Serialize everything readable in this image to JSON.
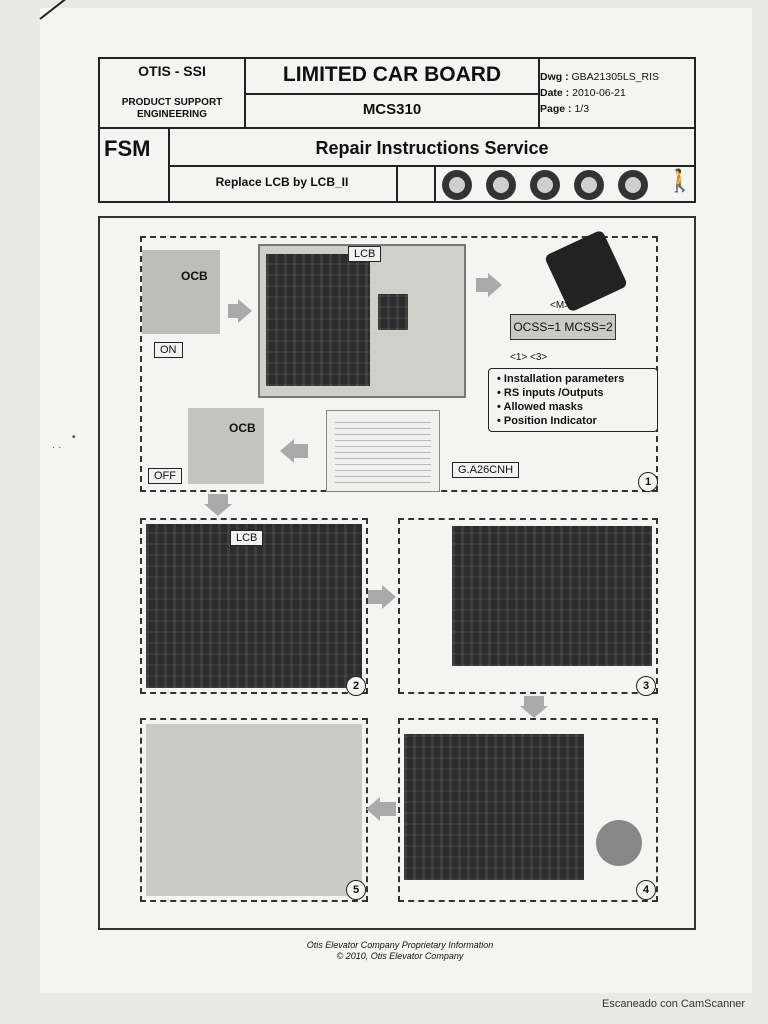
{
  "header": {
    "company": "OTIS - SSI",
    "department": "PRODUCT SUPPORT ENGINEERING",
    "title": "LIMITED CAR BOARD",
    "model": "MCS310",
    "dwg_label": "Dwg :",
    "dwg_value": "GBA21305LS_RIS",
    "date_label": "Date :",
    "date_value": "2010-06-21",
    "page_label": "Page :",
    "page_value": "1/3",
    "fsm": "FSM",
    "doc_type": "Repair Instructions Service",
    "procedure": "Replace LCB by LCB_II",
    "ppe_icons": [
      "hearing-protection-icon",
      "hard-hat-icon",
      "safety-boots-icon",
      "gloves-icon",
      "harness-icon",
      "person-icon"
    ]
  },
  "step1": {
    "ocb_label": "OCB",
    "on_label": "ON",
    "lcb_label": "LCB",
    "m_label": "<M>",
    "ocss_text": "OCSS=1  MCSS=2",
    "code_label": "<1>  <3>",
    "params": [
      "Installation  parameters",
      "RS inputs /Outputs",
      "Allowed masks",
      "Position Indicator"
    ],
    "diagram_label": "G.A26CNH",
    "ocb_label_2": "OCB",
    "off_label": "OFF",
    "number": "1"
  },
  "step2": {
    "lcb_label": "LCB",
    "number": "2"
  },
  "step3": {
    "number": "3"
  },
  "step4": {
    "number": "4"
  },
  "step5": {
    "number": "5"
  },
  "footer": {
    "line1": "Otis Elevator Company Proprietary Information",
    "line2": "© 2010, Otis Elevator Company"
  },
  "watermark": "Escaneado con CamScanner"
}
